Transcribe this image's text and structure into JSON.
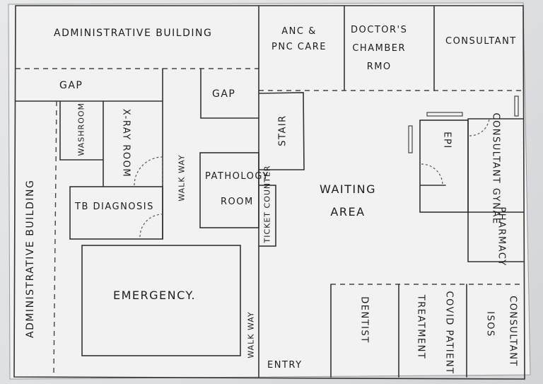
{
  "labels": {
    "admin_top": "ADMINISTRATIVE BUILDING",
    "anc_line1": "ANC & ",
    "anc_line2": "PNC CARE",
    "doctors_line1": "DOCTOR'S",
    "doctors_line2": "CHAMBER",
    "doctors_line3": "RMO",
    "consultant_top": "CONSULTANT",
    "gap_left": "GAP",
    "gap_mid": "GAP",
    "washroom": "WASHROOM",
    "xray": "X-RAY ROOM",
    "walkway_upper": "WALK WAY",
    "pathology_line1": "PATHOLOGY",
    "pathology_line2": "ROOM",
    "stair": "STAIR",
    "waiting_line1": "WAITING",
    "waiting_line2": "AREA",
    "epi": "EPI",
    "consultant_gynae": "CONSULTANT GYNAE",
    "admin_left": "ADMINISTRATIVE BUILDING",
    "tb": "TB DIAGNOSIS",
    "ticket": "TICKET COUNTER",
    "pharmacy": "PHARMACY",
    "emergency": "EMERGENCY.",
    "walkway_lower": "WALK WAY",
    "entry": "ENTRY",
    "dentist": "DENTIST",
    "treatment": "TREATMENT",
    "covid": "COVID PATIENT",
    "isos": "ISOS",
    "consultant_bottom": "CONSULTANT"
  }
}
